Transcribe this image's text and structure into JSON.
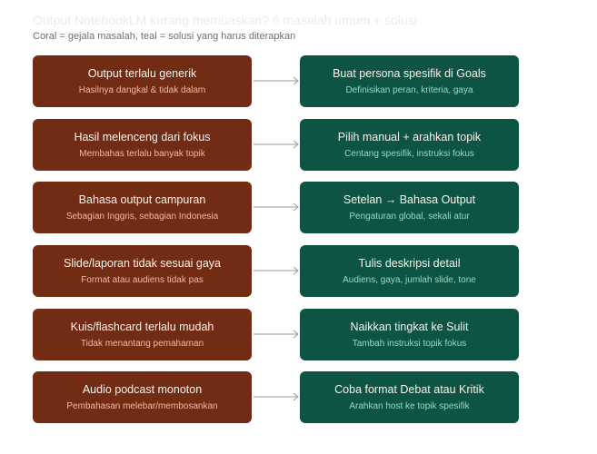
{
  "header": {
    "title": "Output NotebookLM kurang memuaskan? 6 masalah umum + solusi",
    "subtitle": "Coral = gejala masalah, teal = solusi yang harus diterapkan"
  },
  "colors": {
    "problem": "#722c14",
    "solution": "#0d5444",
    "arrow": "#9a9a9a"
  },
  "rows": [
    {
      "problem": {
        "title": "Output terlalu generik",
        "subtitle": "Hasilnya dangkal & tidak dalam"
      },
      "solution": {
        "title": "Buat persona spesifik di Goals",
        "subtitle": "Definisikan peran, kriteria, gaya"
      }
    },
    {
      "problem": {
        "title": "Hasil melenceng dari fokus",
        "subtitle": "Membahas terlalu banyak topik"
      },
      "solution": {
        "title": "Pilih manual + arahkan topik",
        "subtitle": "Centang spesifik, instruksi fokus"
      }
    },
    {
      "problem": {
        "title": "Bahasa output campuran",
        "subtitle": "Sebagian Inggris, sebagian Indonesia"
      },
      "solution": {
        "title": "Setelan → Bahasa Output",
        "subtitle": "Pengaturan global, sekali atur"
      }
    },
    {
      "problem": {
        "title": "Slide/laporan tidak sesuai gaya",
        "subtitle": "Format atau audiens tidak pas"
      },
      "solution": {
        "title": "Tulis deskripsi detail",
        "subtitle": "Audiens, gaya, jumlah slide, tone"
      }
    },
    {
      "problem": {
        "title": "Kuis/flashcard terlalu mudah",
        "subtitle": "Tidak menantang pemahaman"
      },
      "solution": {
        "title": "Naikkan tingkat ke Sulit",
        "subtitle": "Tambah instruksi topik fokus"
      }
    },
    {
      "problem": {
        "title": "Audio podcast monoton",
        "subtitle": "Pembahasan melebar/membosankan"
      },
      "solution": {
        "title": "Coba format Debat atau Kritik",
        "subtitle": "Arahkan host ke topik spesifik"
      }
    }
  ]
}
